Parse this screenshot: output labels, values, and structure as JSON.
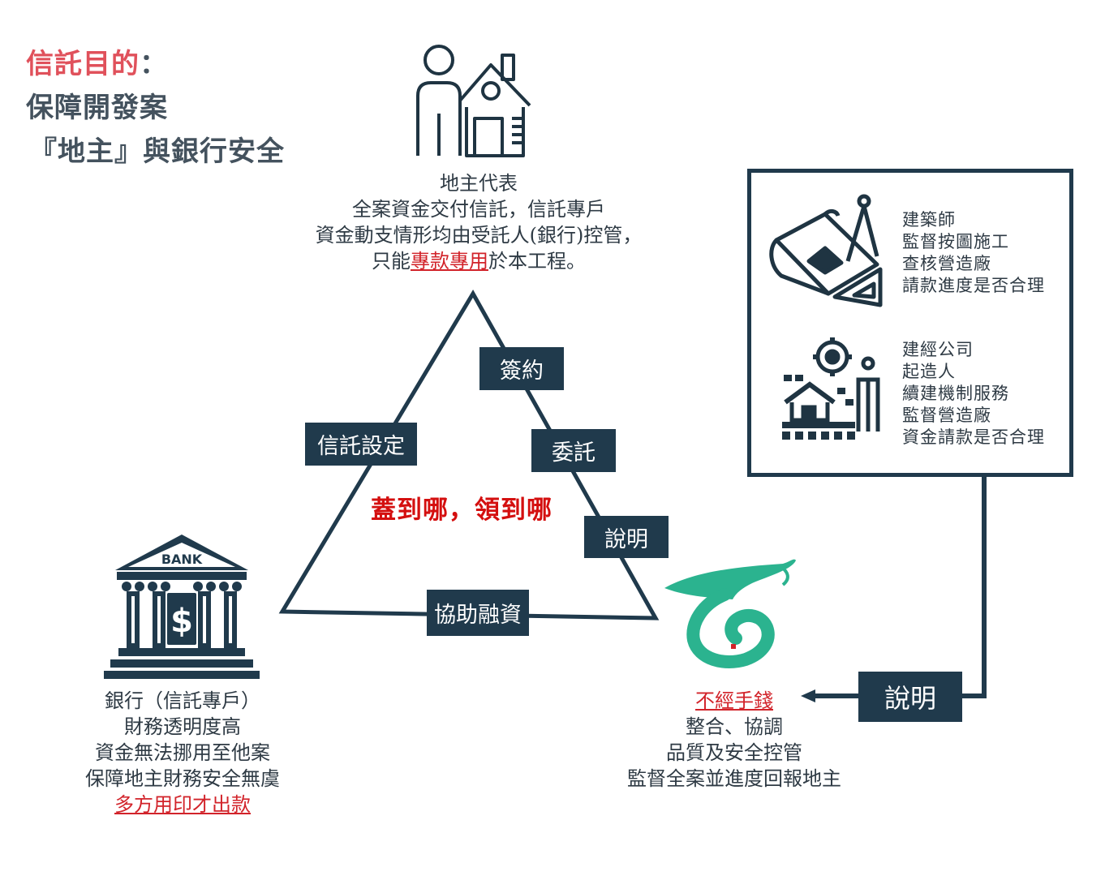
{
  "purpose": {
    "line1_prefix": "信託目的",
    "line1_suffix": "：",
    "line2": "保障開發案",
    "line3": "『地主』與銀行安全"
  },
  "landowner": {
    "title": "地主代表",
    "line2": "全案資金交付信託，信託專戶",
    "line3": "資金動支情形均由受託人(銀行)控管，",
    "line4_prefix": "只能",
    "line4_highlight": "專款專用",
    "line4_suffix": "於本工程。"
  },
  "triangle": {
    "sign_label": "簽約",
    "trust_setup_label": "信託設定",
    "entrust_label": "委託",
    "explain_label": "說明",
    "financing_label": "協助融資",
    "slogan": "蓋到哪，領到哪"
  },
  "bank": {
    "sign_text": "BANK",
    "line1": "銀行（信託專戶）",
    "line2": "財務透明度高",
    "line3": "資金無法挪用至他案",
    "line4": "保障地主財務安全無虞",
    "line5": "多方用印才出款"
  },
  "company": {
    "line1": "不經手錢",
    "line2": "整合、協調",
    "line3": "品質及安全控管",
    "line4": "監督全案並進度回報地主"
  },
  "right_panel": {
    "architect": [
      "建築師",
      "監督按圖施工",
      "查核營造廠",
      "請款進度是否合理"
    ],
    "manager": [
      "建經公司",
      "起造人",
      "續建機制服務",
      "監督營造廠",
      "資金請款是否合理"
    ]
  },
  "explain_bottom_label": "說明",
  "colors": {
    "navy": "#203a4c",
    "red_text": "#d2232a",
    "slogan_red": "#d40f0f",
    "logo_green": "#2bb38f",
    "purpose_red": "#e0515b"
  }
}
